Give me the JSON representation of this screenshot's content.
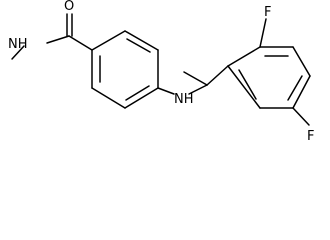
{
  "molecule": {
    "atom_labels": {
      "oxygen": "O",
      "amide_nh": "NH",
      "aryl_nh": "NH",
      "fluorine_top": "F",
      "fluorine_bottom": "F"
    },
    "colors": {
      "bond": "#000000",
      "label": "#000000",
      "background": "#ffffff"
    }
  }
}
